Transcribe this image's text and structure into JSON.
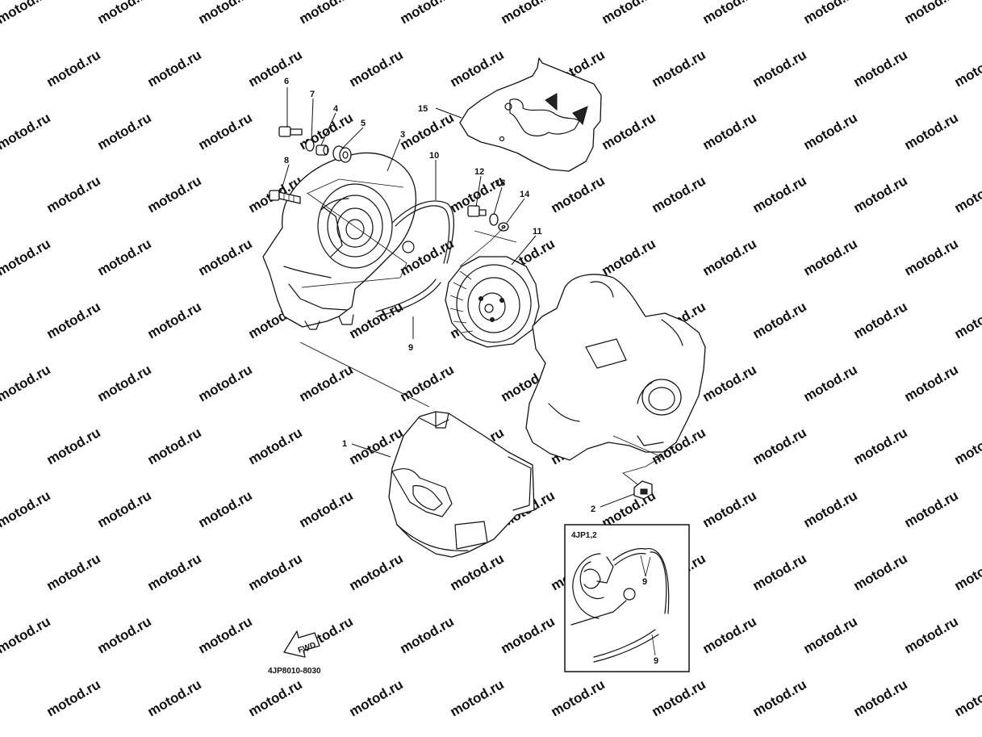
{
  "watermark": "motod.ru",
  "diagram_code": "4JP8010-8030",
  "fwd_label": "FWD",
  "inset": {
    "title": "4JP1,2",
    "callouts": [
      "9",
      "9"
    ]
  },
  "callouts": [
    "1",
    "2",
    "3",
    "4",
    "5",
    "6",
    "7",
    "8",
    "9",
    "10",
    "11",
    "12",
    "13",
    "14",
    "15"
  ]
}
